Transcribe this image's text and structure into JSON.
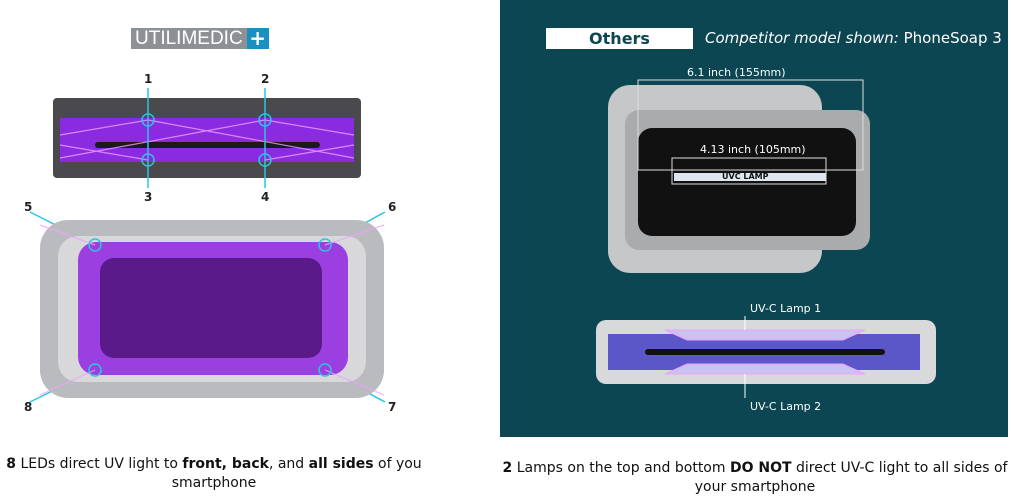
{
  "left": {
    "logo_text": "UTILIMEDIC",
    "logo_symbol": "+",
    "led_numbers": [
      "1",
      "2",
      "3",
      "4",
      "5",
      "6",
      "7",
      "8"
    ],
    "caption": {
      "p1": "8",
      "p2": " LEDs direct UV light to ",
      "p3": "front, back",
      "p4": ", and ",
      "p5": "all sides",
      "p6": " of you smartphone"
    }
  },
  "right": {
    "badge": "Others",
    "competitor_label": "Competitor model shown:",
    "competitor_name": " PhoneSoap 3",
    "dim_outer": "6.1 inch (155mm)",
    "dim_inner": "4.13 inch (105mm)",
    "lamp_label": "UVC LAMP",
    "lamp1": "UV-C Lamp 1",
    "lamp2": "UV-C Lamp 2",
    "caption": {
      "p1": "2",
      "p2": " Lamps on the top and bottom ",
      "p3": "DO NOT",
      "p4": " direct UV-C light to all sides of your smartphone"
    }
  },
  "colors": {
    "panel": "#0b4652",
    "uv": "#8a2be2",
    "led": "#29c6e0",
    "logo_blue": "#1a8fc2"
  }
}
